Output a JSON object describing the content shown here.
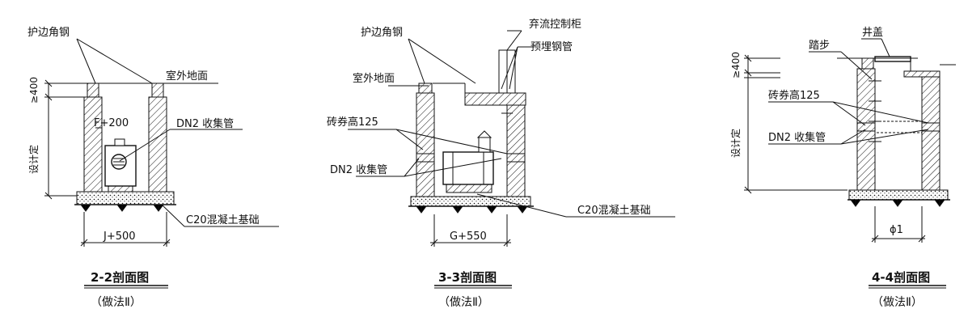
{
  "sections": [
    {
      "title": "2-2剖面图",
      "subtitle": "（做法Ⅱ）",
      "labels": {
        "angle_steel": "护边角钢",
        "outdoor_ground": "室外地面",
        "min_height": "≥400",
        "design_depth": "设计定",
        "offset": "F+200",
        "collector_pipe": "DN2 收集管",
        "foundation": "C20混凝土基础",
        "width_dim": "J+500"
      }
    },
    {
      "title": "3-3剖面图",
      "subtitle": "（做法Ⅱ）",
      "labels": {
        "cabinet": "弃流控制柜",
        "angle_steel": "护边角钢",
        "embedded_pipe": "预埋钢管",
        "outdoor_ground": "室外地面",
        "brick_arch": "砖券高125",
        "collector_pipe": "DN2 收集管",
        "foundation": "C20混凝土基础",
        "width_dim": "G+550"
      }
    },
    {
      "title": "4-4剖面图",
      "subtitle": "（做法Ⅱ）",
      "labels": {
        "manhole_cover": "井盖",
        "step": "踏步",
        "min_height": "≥400",
        "brick_arch": "砖券高125",
        "design_depth": "设计定",
        "collector_pipe": "DN2 收集管",
        "diameter_dim": "ϕ1"
      }
    }
  ]
}
